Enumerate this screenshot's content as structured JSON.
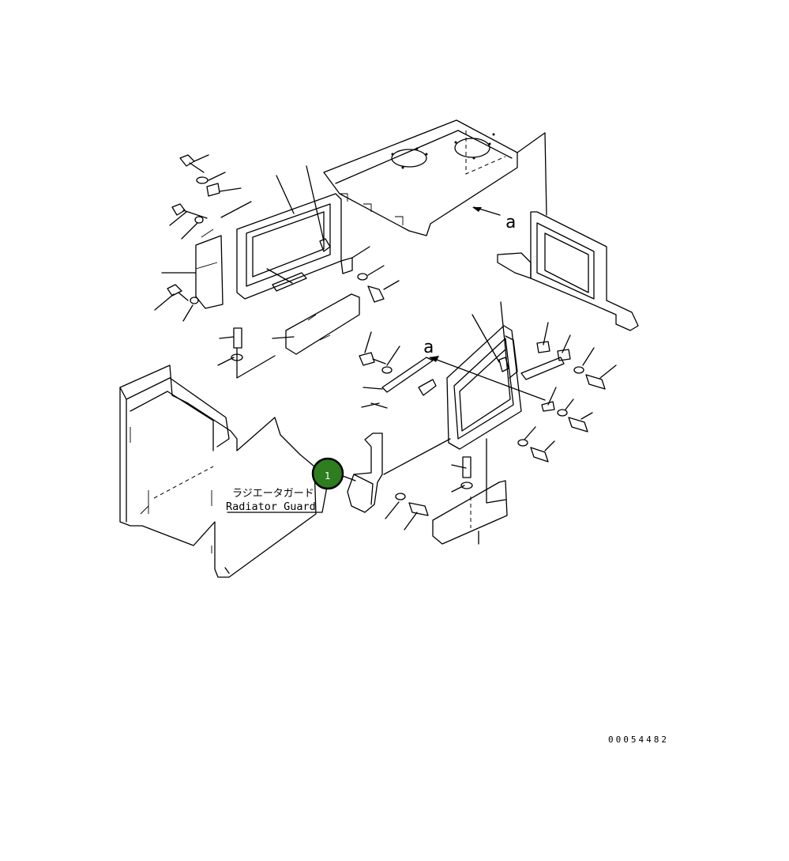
{
  "diagram": {
    "view_letter_top": "a",
    "view_letter_mid": "a",
    "guard_label_ja": "ラジエータガード",
    "guard_label_en": "Radiator Guard",
    "callout_number": "1",
    "drawing_number": "00054482",
    "callout_color": "#2e7d1f",
    "callout_ring_color": "#000000"
  }
}
